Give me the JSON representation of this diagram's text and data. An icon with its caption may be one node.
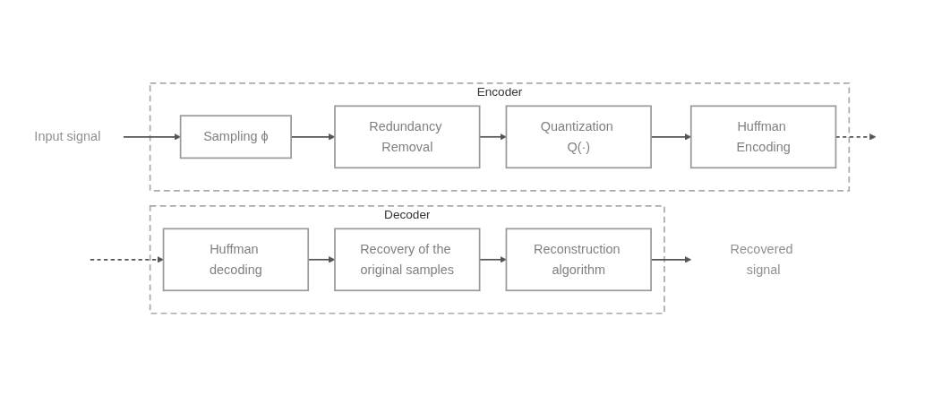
{
  "diagram": {
    "nodes": [
      {
        "text": [
          "Encoder"
        ]
      },
      {
        "text": [
          "Input signal"
        ]
      },
      {
        "text": [
          "Sampling ϕ"
        ],
        "in": 0
      },
      {
        "text": [
          "Redundancy Removal"
        ],
        "in": 0
      },
      {
        "text": [
          "Quantization Q(·)"
        ],
        "in": 0
      },
      {
        "text": [
          "Huffman Encoding"
        ],
        "in": 0
      },
      {
        "text": [
          "Decoder"
        ]
      },
      {
        "text": [
          "Huffman decoding"
        ],
        "in": 6
      },
      {
        "text": [
          "Recovery of the original samples"
        ],
        "in": 6
      },
      {
        "text": [
          "Reconstruction algorithm"
        ],
        "in": 6
      },
      {
        "text": [
          "Recovered signal"
        ]
      }
    ],
    "edges": [
      {
        "from": 1,
        "to": 2,
        "arrow": "to"
      },
      {
        "from": 2,
        "to": 3,
        "arrow": "to"
      },
      {
        "from": 3,
        "to": 4,
        "arrow": "to"
      },
      {
        "from": 4,
        "to": 5,
        "arrow": "to"
      },
      {
        "from": 5,
        "to": null,
        "arrow": "to",
        "style": "dashed"
      },
      {
        "from": null,
        "to": 7,
        "arrow": "to",
        "style": "dashed"
      },
      {
        "from": 7,
        "to": 8,
        "arrow": "to"
      },
      {
        "from": 8,
        "to": 9,
        "arrow": "to"
      },
      {
        "from": 9,
        "to": 10,
        "arrow": "to"
      }
    ]
  }
}
